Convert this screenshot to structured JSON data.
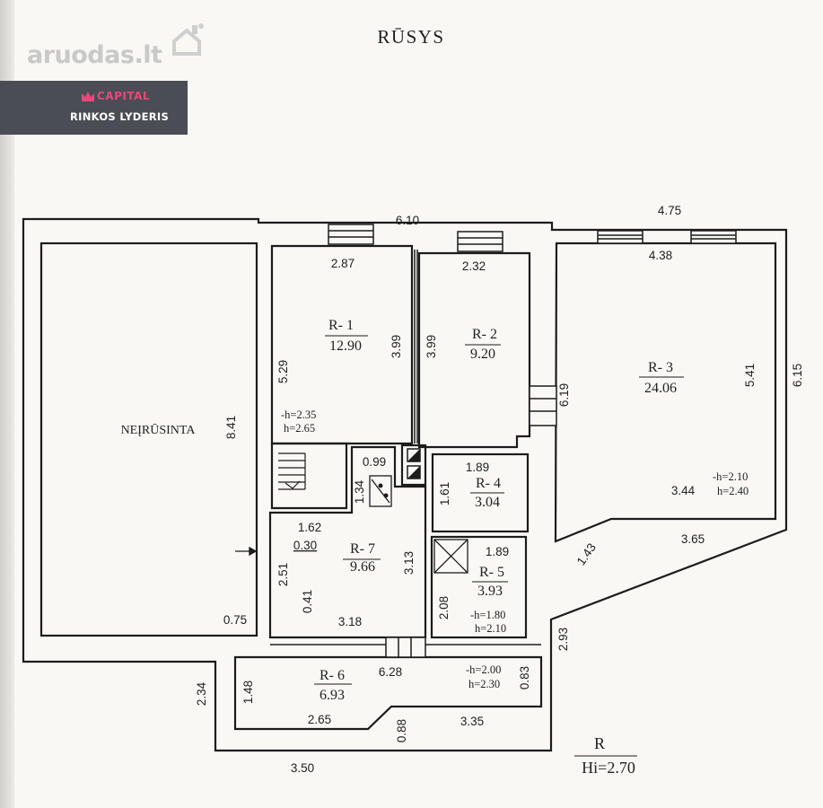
{
  "watermark": {
    "text": "aruodas",
    "suffix": ".lt"
  },
  "brand": {
    "logo_text": "CAPITAL",
    "tagline": "RINKOS LYDERIS"
  },
  "plan": {
    "title": "RŪSYS",
    "unrenovated_label": "NEĮRŪSINTA",
    "rooms": {
      "r1": {
        "id": "R- 1",
        "area": "12.90",
        "h1": "-h=2.35",
        "h2": "h=2.65"
      },
      "r2": {
        "id": "R- 2",
        "area": "9.20"
      },
      "r3": {
        "id": "R- 3",
        "area": "24.06",
        "h1": "-h=2.10",
        "h2": "h=2.40"
      },
      "r4": {
        "id": "R- 4",
        "area": "3.04"
      },
      "r5": {
        "id": "R- 5",
        "area": "3.93",
        "h1": "-h=1.80",
        "h2": "h=2.10"
      },
      "r6": {
        "id": "R- 6",
        "area": "6.93",
        "h1": "-h=2.00",
        "h2": "h=2.30"
      },
      "r7": {
        "id": "R- 7",
        "area": "9.66"
      }
    },
    "dims": {
      "d_6_10": "6.10",
      "d_4_75": "4.75",
      "d_2_87": "2.87",
      "d_2_32": "2.32",
      "d_4_38": "4.38",
      "d_8_41": "8.41",
      "d_5_29": "5.29",
      "d_3_99a": "3.99",
      "d_3_99b": "3.99",
      "d_6_19": "6.19",
      "d_5_41": "5.41",
      "d_6_15": "6.15",
      "d_0_99": "0.99",
      "d_1_34": "1.34",
      "d_1_89a": "1.89",
      "d_1_61": "1.61",
      "d_3_44": "3.44",
      "d_1_62": "1.62",
      "d_0_30": "0.30",
      "d_3_13": "3.13",
      "d_1_89b": "1.89",
      "d_3_65": "3.65",
      "d_1_43": "1.43",
      "d_2_51": "2.51",
      "d_0_41": "0.41",
      "d_3_18": "3.18",
      "d_2_08": "2.08",
      "d_0_75": "0.75",
      "d_2_93": "2.93",
      "d_6_28": "6.28",
      "d_0_83": "0.83",
      "d_2_34": "2.34",
      "d_1_48": "1.48",
      "d_2_65": "2.65",
      "d_3_35": "3.35",
      "d_0_88": "0.88",
      "d_3_50": "3.50"
    },
    "legend": {
      "label": "R",
      "height": "Hi=2.70"
    }
  }
}
